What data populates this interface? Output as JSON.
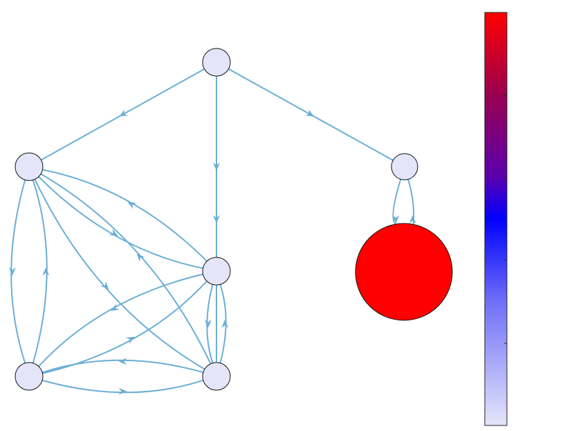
{
  "colors": {
    "edge": "#6aaed6",
    "node_low": "#e5e5fa",
    "node_high": "#ff0000",
    "colorbar_stops": [
      "#ff0000",
      "#9a0050",
      "#5a00b0",
      "#0000ff",
      "#6f6ff8",
      "#e5e5fa"
    ]
  },
  "graph": {
    "nodes": [
      {
        "id": "a",
        "level": 0
      },
      {
        "id": "b",
        "level": 0
      },
      {
        "id": "c",
        "level": 0
      },
      {
        "id": "d",
        "level": 0
      },
      {
        "id": "e",
        "level": 0
      },
      {
        "id": "f",
        "level": 0
      },
      {
        "id": "g",
        "level": 1
      }
    ],
    "edges": [
      {
        "from": "a",
        "to": "b"
      },
      {
        "from": "a",
        "to": "c"
      },
      {
        "from": "a",
        "to": "d"
      },
      {
        "from": "a",
        "to": "e"
      },
      {
        "from": "e",
        "to": "g"
      },
      {
        "from": "b",
        "to": "f"
      },
      {
        "from": "f",
        "to": "b"
      },
      {
        "from": "b",
        "to": "c"
      },
      {
        "from": "c",
        "to": "b"
      },
      {
        "from": "b",
        "to": "d"
      },
      {
        "from": "d",
        "to": "b"
      },
      {
        "from": "c",
        "to": "d"
      },
      {
        "from": "d",
        "to": "c"
      },
      {
        "from": "c",
        "to": "f"
      },
      {
        "from": "f",
        "to": "c"
      },
      {
        "from": "d",
        "to": "f"
      },
      {
        "from": "f",
        "to": "d"
      },
      {
        "from": "g",
        "to": "e"
      }
    ]
  }
}
